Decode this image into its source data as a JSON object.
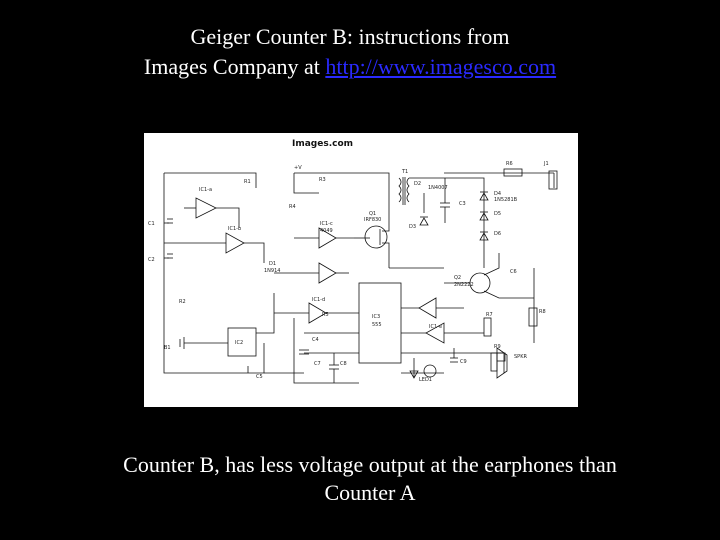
{
  "slide": {
    "title_line1": "Geiger Counter B: instructions from",
    "title_prefix": "Images Company at ",
    "title_link": "http://www.imagesco.com",
    "caption_line1": "Counter B, has less voltage output at the earphones than",
    "caption_line2": "Counter A"
  },
  "schematic": {
    "watermark": "Images.com",
    "labels": [
      "IC1-a",
      "IC1-b",
      "IC1-c",
      "IC1-d",
      "IC1-e",
      "IC2",
      "IC3",
      "555",
      "Q1",
      "Q2",
      "D1",
      "D2",
      "D3",
      "D4",
      "D5",
      "D6",
      "C1",
      "C2",
      "C3",
      "C4",
      "C5",
      "C6",
      "C7",
      "C8",
      "C9",
      "R1",
      "R2",
      "R3",
      "R4",
      "R5",
      "R6",
      "R7",
      "R8",
      "R9",
      "T1",
      "LED1",
      "B1",
      "J1",
      "SPKR",
      "+V",
      "1N4007",
      "IRF830",
      "2N2222",
      "1N914",
      "1N5281B",
      "4049"
    ]
  }
}
